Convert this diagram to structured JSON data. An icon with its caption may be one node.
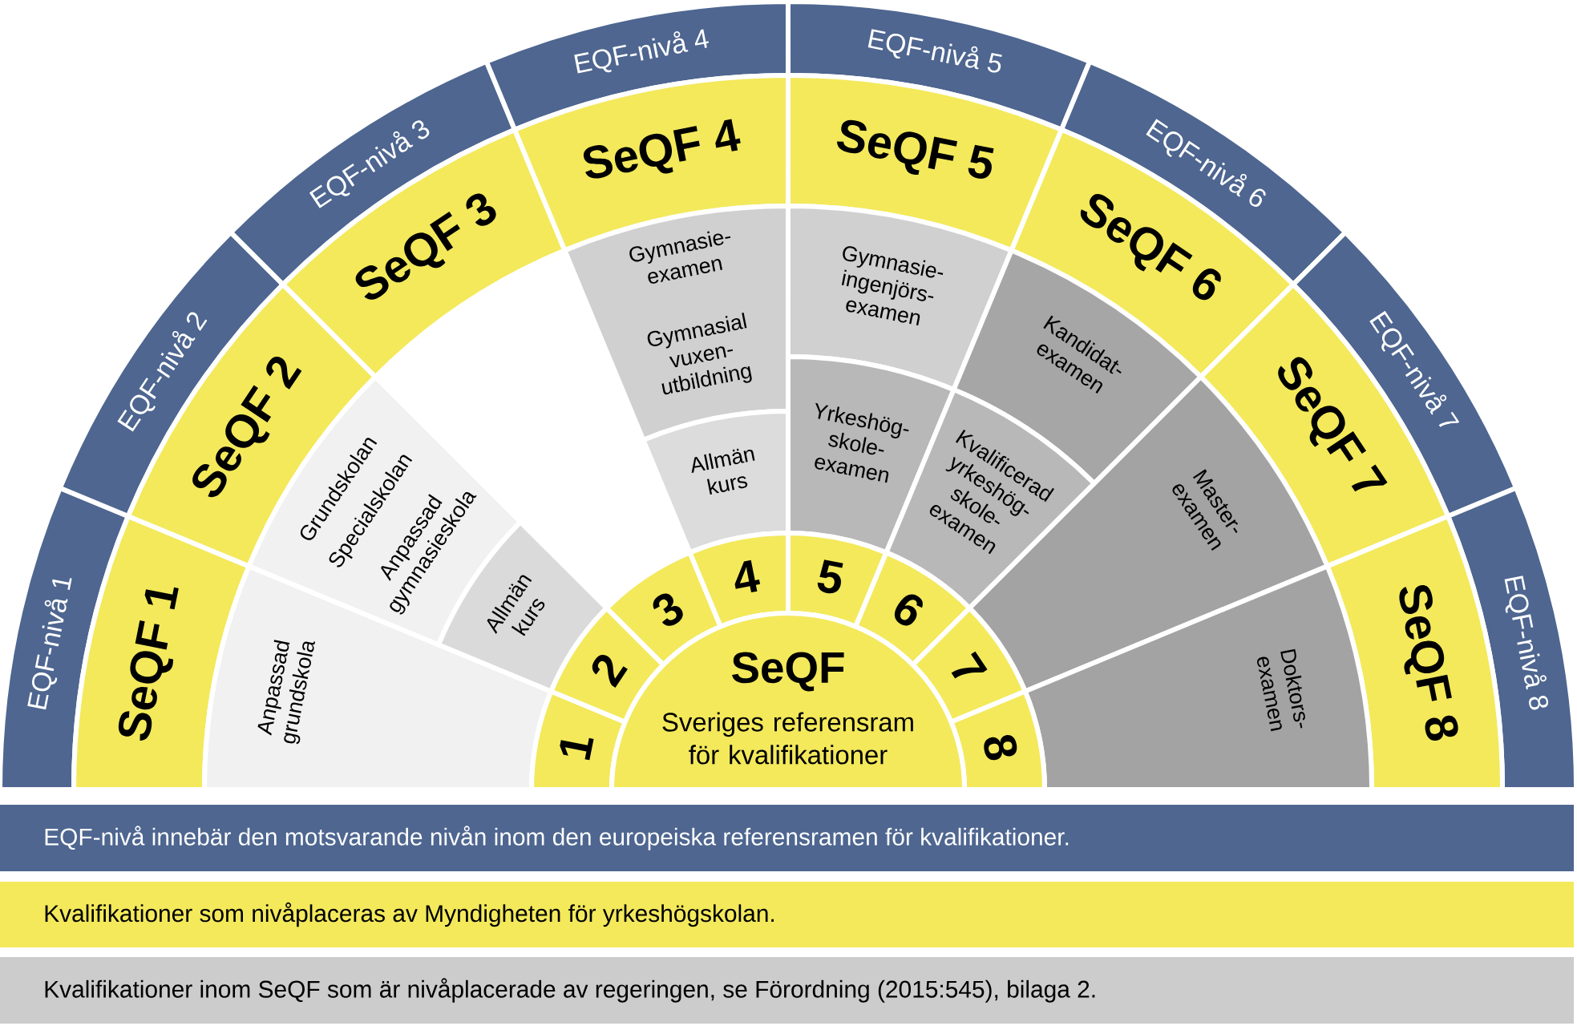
{
  "diagram": {
    "nodes": [
      {
        "text": [
          "EQF-nivå 1"
        ]
      },
      {
        "text": [
          "EQF-nivå 2"
        ]
      },
      {
        "text": [
          "EQF-nivå 3"
        ]
      },
      {
        "text": [
          "EQF-nivå 4"
        ]
      },
      {
        "text": [
          "EQF-nivå 5"
        ]
      },
      {
        "text": [
          "EQF-nivå 6"
        ]
      },
      {
        "text": [
          "EQF-nivå 7"
        ]
      },
      {
        "text": [
          "EQF-nivå 8"
        ]
      },
      {
        "text": [
          "SeQF 1"
        ]
      },
      {
        "text": [
          "SeQF 2"
        ]
      },
      {
        "text": [
          "SeQF 3"
        ]
      },
      {
        "text": [
          "SeQF 4"
        ]
      },
      {
        "text": [
          "SeQF 5"
        ]
      },
      {
        "text": [
          "SeQF 6"
        ]
      },
      {
        "text": [
          "SeQF 7"
        ]
      },
      {
        "text": [
          "SeQF 8"
        ]
      },
      {
        "text": [
          "Anpassad grundskola"
        ]
      },
      {
        "text": [
          "Grundskolan",
          "Specialskolan",
          "Anpassad gymnasieskola"
        ]
      },
      {
        "text": [
          "Allmän kurs"
        ]
      },
      {
        "text": [
          "Gymnasie-examen",
          "Gymnasial vuxen-utbildning"
        ]
      },
      {
        "text": [
          "Allmän kurs"
        ]
      },
      {
        "text": [
          "Gymnasie-ingenjörs-examen"
        ]
      },
      {
        "text": [
          "Yrkeshög-skole-examen"
        ]
      },
      {
        "text": [
          "Kandidat-examen"
        ]
      },
      {
        "text": [
          "Kvalificerad yrkeshög-skole-examen"
        ]
      },
      {
        "text": [
          "Master-examen"
        ]
      },
      {
        "text": [
          "Doktors-examen"
        ]
      },
      {
        "text": [
          "1"
        ]
      },
      {
        "text": [
          "2"
        ]
      },
      {
        "text": [
          "3"
        ]
      },
      {
        "text": [
          "4"
        ]
      },
      {
        "text": [
          "5"
        ]
      },
      {
        "text": [
          "6"
        ]
      },
      {
        "text": [
          "7"
        ]
      },
      {
        "text": [
          "8"
        ]
      },
      {
        "text": [
          "SeQF",
          "Sveriges referensram för kvalifikationer"
        ]
      }
    ],
    "legend": [
      {
        "text": "EQF-nivå innebär den motsvarande nivån inom den europeiska referensramen för kvalifikationer.",
        "color": "#4e6690"
      },
      {
        "text": "Kvalifikationer som nivåplaceras av Myndigheten för yrkeshögskolan.",
        "color": "#f3e95b"
      },
      {
        "text": "Kvalifikationer inom SeQF som är nivåplacerade av regeringen, se Förordning (2015:545), bilaga 2.",
        "color": "#cdcccc"
      }
    ]
  }
}
